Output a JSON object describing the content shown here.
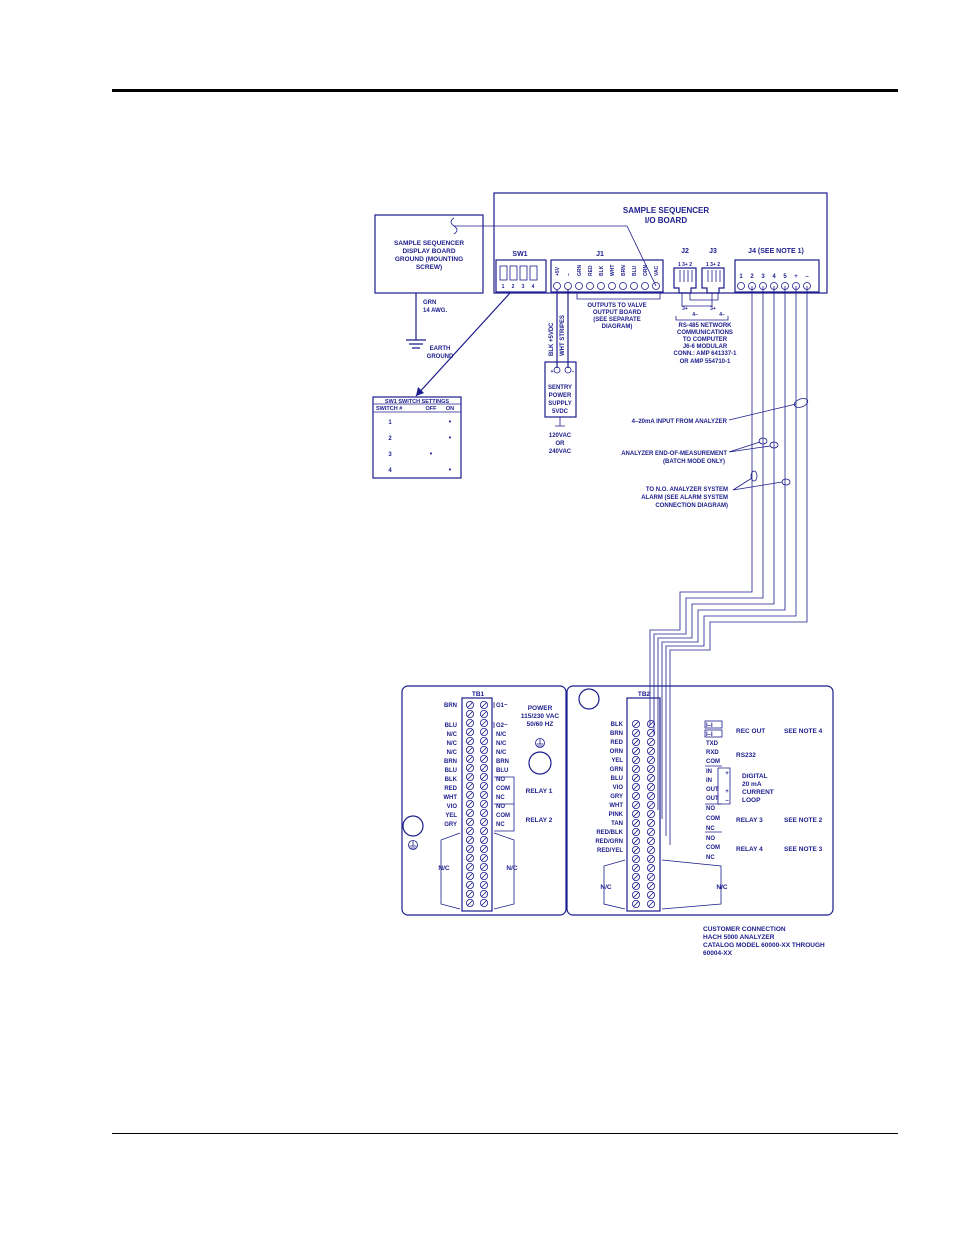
{
  "colors": {
    "ink": "#1c1c8c",
    "rule": "#000000",
    "page": "#ffffff"
  },
  "io_board": {
    "title_line1": "SAMPLE SEQUENCER",
    "title_line2": "I/O BOARD",
    "sw1_label": "SW1",
    "sw1_pins": [
      "1",
      "2",
      "3",
      "4"
    ],
    "j1_label": "J1",
    "j1_pins": [
      "+5V",
      "–",
      "GRN",
      "RED",
      "BLK",
      "WHT",
      "BRN",
      "BLU",
      "ORN",
      "VAC"
    ],
    "j2_label": "J2",
    "j3_label": "J3",
    "j23_pins": "1 3+ 2",
    "j4_label": "J4  (SEE NOTE 1)",
    "j4_pins": [
      "1",
      "2",
      "3",
      "4",
      "5",
      "+",
      "–"
    ],
    "j1_note_1": "OUTPUTS TO VALVE",
    "j1_note_2": "OUTPUT BOARD",
    "j1_note_3": "(SEE SEPARATE",
    "j1_note_4": "DIAGRAM)",
    "j_marks": [
      "3+",
      "4–",
      "3+",
      "4–"
    ],
    "rs485_1": "RS-485 NETWORK",
    "rs485_2": "COMMUNICATIONS",
    "rs485_3": "TO COMPUTER",
    "rs485_4": "J6-6 MODULAR",
    "rs485_5": "CONN.: AMP 641337-1",
    "rs485_6": "OR AMP 554710-1"
  },
  "display_board": {
    "line1": "SAMPLE SEQUENCER",
    "line2": "DISPLAY BOARD",
    "line3": "GROUND (MOUNTING",
    "line4": "SCREW)",
    "wire1": "GRN",
    "wire2": "14 AWG.",
    "earth1": "EARTH",
    "earth2": "GROUND"
  },
  "sw1_table": {
    "title": "SW1 SWITCH SETTINGS",
    "headers": [
      "SWITCH #",
      "OFF",
      "ON"
    ],
    "rows": [
      {
        "sw": "1",
        "off": "",
        "on": "•"
      },
      {
        "sw": "2",
        "off": "",
        "on": "•"
      },
      {
        "sw": "3",
        "off": "•",
        "on": ""
      },
      {
        "sw": "4",
        "off": "",
        "on": "•"
      }
    ]
  },
  "power_supply": {
    "wire1": "BLK +5VDC",
    "wire2": "WHT STRIPES",
    "plus": "+",
    "minus": "–",
    "line1": "SENTRY",
    "line2": "POWER",
    "line3": "SUPPLY",
    "line4": "5VDC",
    "in1": "120VAC",
    "in2": "OR",
    "in3": "240VAC"
  },
  "analyzer_notes": {
    "a1": "4–20mA INPUT FROM ANALYZER",
    "b1": "ANALYZER END-OF-MEASUREMENT",
    "b2": "(BATCH MODE ONLY)",
    "c1": "TO N.O. ANALYZER SYSTEM",
    "c2": "ALARM (SEE ALARM SYSTEM",
    "c3": "CONNECTION DIAGRAM)"
  },
  "tb1": {
    "label": "TB1",
    "left_labels": [
      "BRN",
      "",
      "BLU",
      "N/C",
      "N/C",
      "N/C",
      "BRN",
      "BLU",
      "BLK",
      "RED",
      "WHT",
      "VIO",
      "YEL",
      "GRY"
    ],
    "right_labels": [
      "G1~",
      "",
      "G2~",
      "N/C",
      "N/C",
      "N/C",
      "BRN",
      "BLU",
      "NO",
      "COM",
      "NC",
      "NO",
      "COM",
      "NC"
    ],
    "power1": "POWER",
    "power2": "115/230 VAC",
    "power3": "50/60 HZ",
    "relay1": "RELAY 1",
    "relay2": "RELAY 2",
    "nc_left": "N/C",
    "nc_right": "N/C"
  },
  "tb2": {
    "label": "TB2",
    "left_labels": [
      "BLK",
      "BRN",
      "RED",
      "ORN",
      "YEL",
      "GRN",
      "BLU",
      "VIO",
      "GRY",
      "WHT",
      "PINK",
      "TAN",
      "RED/BLK",
      "RED/GRN",
      "RED/YEL"
    ],
    "right_labels": [
      "I–I",
      "I–I",
      "TXD",
      "RXD",
      "COM",
      "IN",
      "IN",
      "OUT",
      "OUT",
      "NO",
      "COM",
      "NC",
      "NO",
      "COM",
      "NC"
    ],
    "rec_out": "REC OUT",
    "rs232": "RS232",
    "digital1": "DIGITAL",
    "digital2": "20 mA",
    "digital3": "CURRENT",
    "digital4": "LOOP",
    "relay3": "RELAY 3",
    "relay4": "RELAY 4",
    "note4": "SEE NOTE 4",
    "note2": "SEE NOTE 2",
    "note3": "SEE NOTE 3",
    "nc_left": "N/C",
    "nc_right": "N/C"
  },
  "customer": {
    "line1": "CUSTOMER CONNECTION",
    "line2": "HACH 5000 ANALYZER",
    "line3": "CATALOG MODEL 60000-XX THROUGH",
    "line4": "60004-XX"
  }
}
